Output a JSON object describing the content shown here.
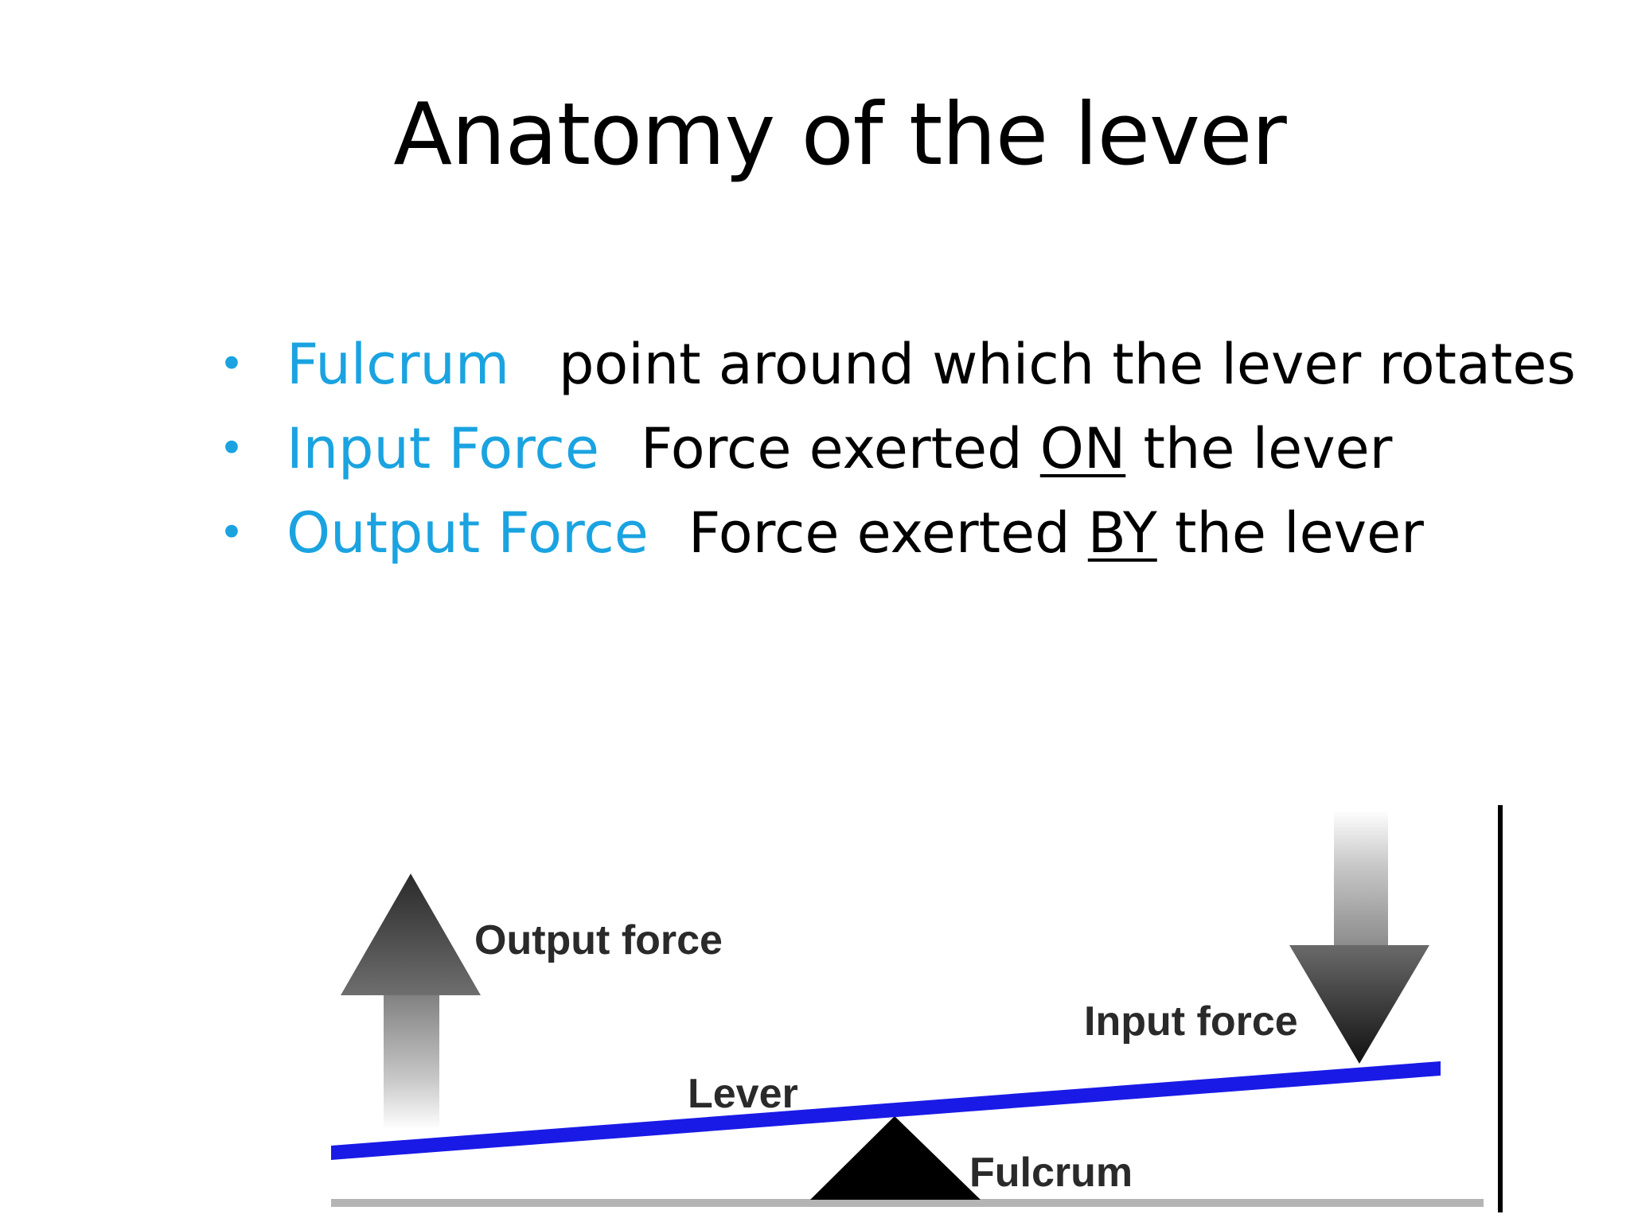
{
  "slide": {
    "title": "Anatomy of the lever",
    "accent_color": "#1aa3e0",
    "bullets": [
      {
        "term": "Fulcrum",
        "definition_before": "point around which the lever rotates",
        "definition_emphasis": "",
        "definition_after": ""
      },
      {
        "term": "Input Force",
        "definition_before": "Force exerted ",
        "definition_emphasis": "ON",
        "definition_after": " the lever"
      },
      {
        "term": "Output Force",
        "definition_before": "Force exerted ",
        "definition_emphasis": "BY",
        "definition_after": " the lever"
      }
    ]
  },
  "diagram": {
    "labels": {
      "output_force": "Output force",
      "input_force": "Input force",
      "lever": "Lever",
      "fulcrum": "Fulcrum"
    },
    "colors": {
      "lever": "#1a1ae6",
      "fulcrum": "#000000",
      "ground": "#b4b4b4",
      "arrow_dark": "#2a2a2a"
    },
    "icons": {
      "output_arrow": "up-arrow-icon",
      "input_arrow": "down-arrow-icon"
    }
  }
}
